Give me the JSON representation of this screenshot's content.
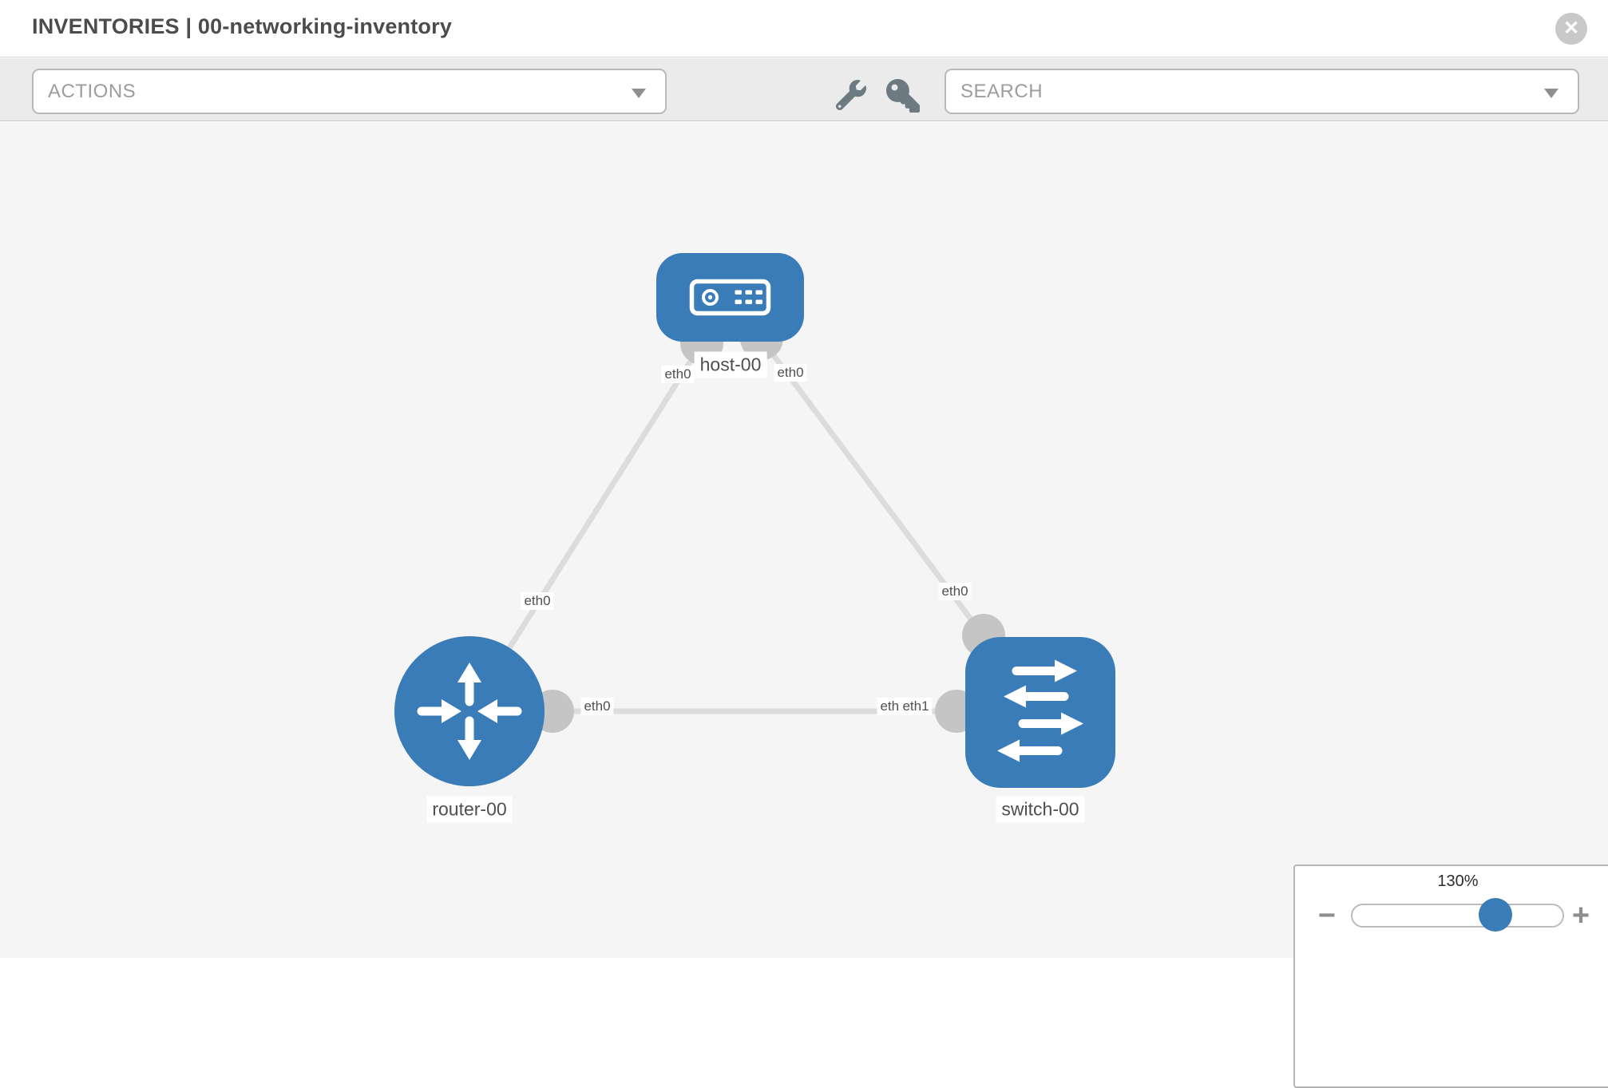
{
  "header": {
    "title": "INVENTORIES | 00-networking-inventory",
    "close_icon": "✕"
  },
  "toolbar": {
    "actions_label": "ACTIONS",
    "search_label": "SEARCH",
    "icons": [
      "wrench-icon",
      "key-icon"
    ]
  },
  "diagram": {
    "nodes": [
      {
        "label": "host-00",
        "type": "host"
      },
      {
        "label": "router-00",
        "type": "router"
      },
      {
        "label": "switch-00",
        "type": "switch"
      }
    ],
    "links": [
      {
        "from": "router-00",
        "to": "host-00",
        "from_interface": "eth0",
        "to_interface": "eth0"
      },
      {
        "from": "switch-00",
        "to": "host-00",
        "from_interface": "eth0",
        "to_interface": "eth0"
      },
      {
        "from": "router-00",
        "to": "switch-00",
        "from_interface": "eth0",
        "to_interface": "eth1",
        "overlapped_interface": "eth0"
      }
    ]
  },
  "zoom_control": {
    "value": "130%",
    "minus_icon": "−",
    "plus_icon": "+",
    "thumb_pct": 68
  },
  "colors": {
    "node_blue": "#3a7cb8",
    "link_gray": "#dcdcdc",
    "port_gray": "#c5c5c5",
    "canvas_bg": "#f5f5f5"
  }
}
